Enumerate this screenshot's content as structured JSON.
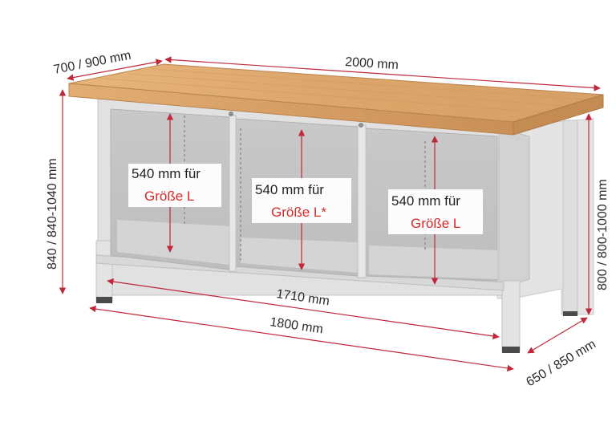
{
  "dimensions": {
    "depth": "700 / 900 mm",
    "width_top": "2000 mm",
    "height_total": "840 / 840-1040 mm",
    "height_right": "800 / 800-1000 mm",
    "inner_width": "1710 mm",
    "frame_width": "1800 mm",
    "frame_depth": "650 / 850 mm"
  },
  "compartments": [
    {
      "height": "540 mm für",
      "size": "Größe L"
    },
    {
      "height": "540 mm für",
      "size": "Größe L*"
    },
    {
      "height": "540 mm für",
      "size": "Größe L"
    }
  ],
  "colors": {
    "dimension_line": "#c0283a",
    "frame": "#dcdcdc",
    "worktop": "#d7a36b",
    "label_red": "#d42a2a"
  }
}
